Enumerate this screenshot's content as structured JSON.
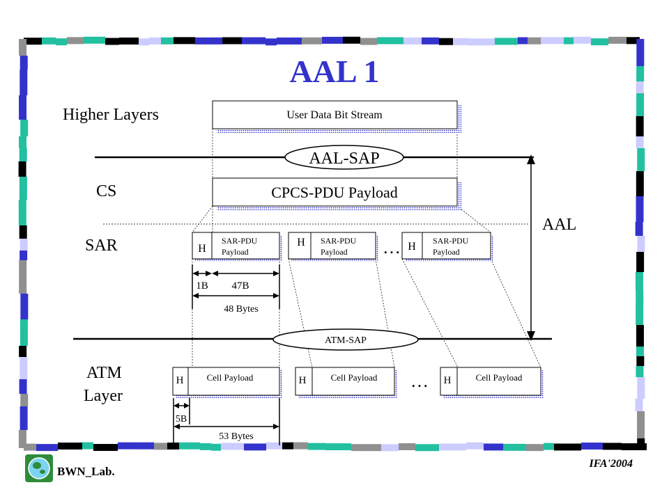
{
  "title": "AAL 1",
  "layers": {
    "higher": "Higher Layers",
    "cs": "CS",
    "sar": "SAR",
    "atm_line1": "ATM",
    "atm_line2": "Layer",
    "aal": "AAL"
  },
  "boxes": {
    "user_data": "User Data Bit Stream",
    "cpcs_payload": "CPCS-PDU Payload",
    "sar_pdu_line1": "SAR-PDU",
    "sar_pdu_line2": "Payload",
    "cell_payload": "Cell Payload",
    "header": "H"
  },
  "saps": {
    "aal_sap": "AAL-SAP",
    "atm_sap": "ATM-SAP"
  },
  "dimensions": {
    "header_bytes": "1B",
    "payload_bytes": "47B",
    "sar_total": "48 Bytes",
    "cell_header": "5B",
    "cell_total": "53 Bytes"
  },
  "ellipsis": "…",
  "footer": {
    "lab": "BWN_Lab.",
    "conference": "IFA'2004"
  },
  "colors": {
    "title": "#3333cc",
    "frame_black": "#000000",
    "frame_blue": "#3333cc",
    "frame_teal": "#22c0a0",
    "frame_gray": "#909090",
    "frame_lavender": "#ccccff",
    "box_shadow": "#3333cc",
    "logo_green": "#2e8b3a"
  }
}
